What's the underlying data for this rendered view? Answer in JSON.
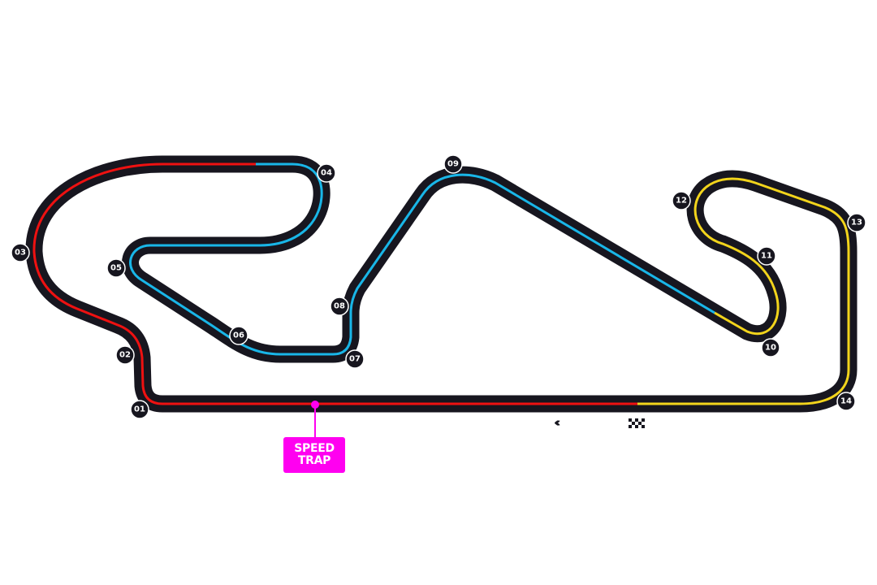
{
  "circuit": {
    "sector_colors": {
      "sector1": "#ee1111",
      "sector2": "#19b6e8",
      "sector3": "#f2d41c"
    },
    "track_color": "#17161f",
    "turns": [
      "01",
      "02",
      "03",
      "04",
      "05",
      "06",
      "07",
      "08",
      "09",
      "10",
      "11",
      "12",
      "13",
      "14"
    ],
    "speed_trap": {
      "line1": "SPEED",
      "line2": "TRAP",
      "color": "#ff00f0"
    },
    "direction_icon": "chevrons-left-icon",
    "finish_icon": "checkered-flag-icon"
  }
}
